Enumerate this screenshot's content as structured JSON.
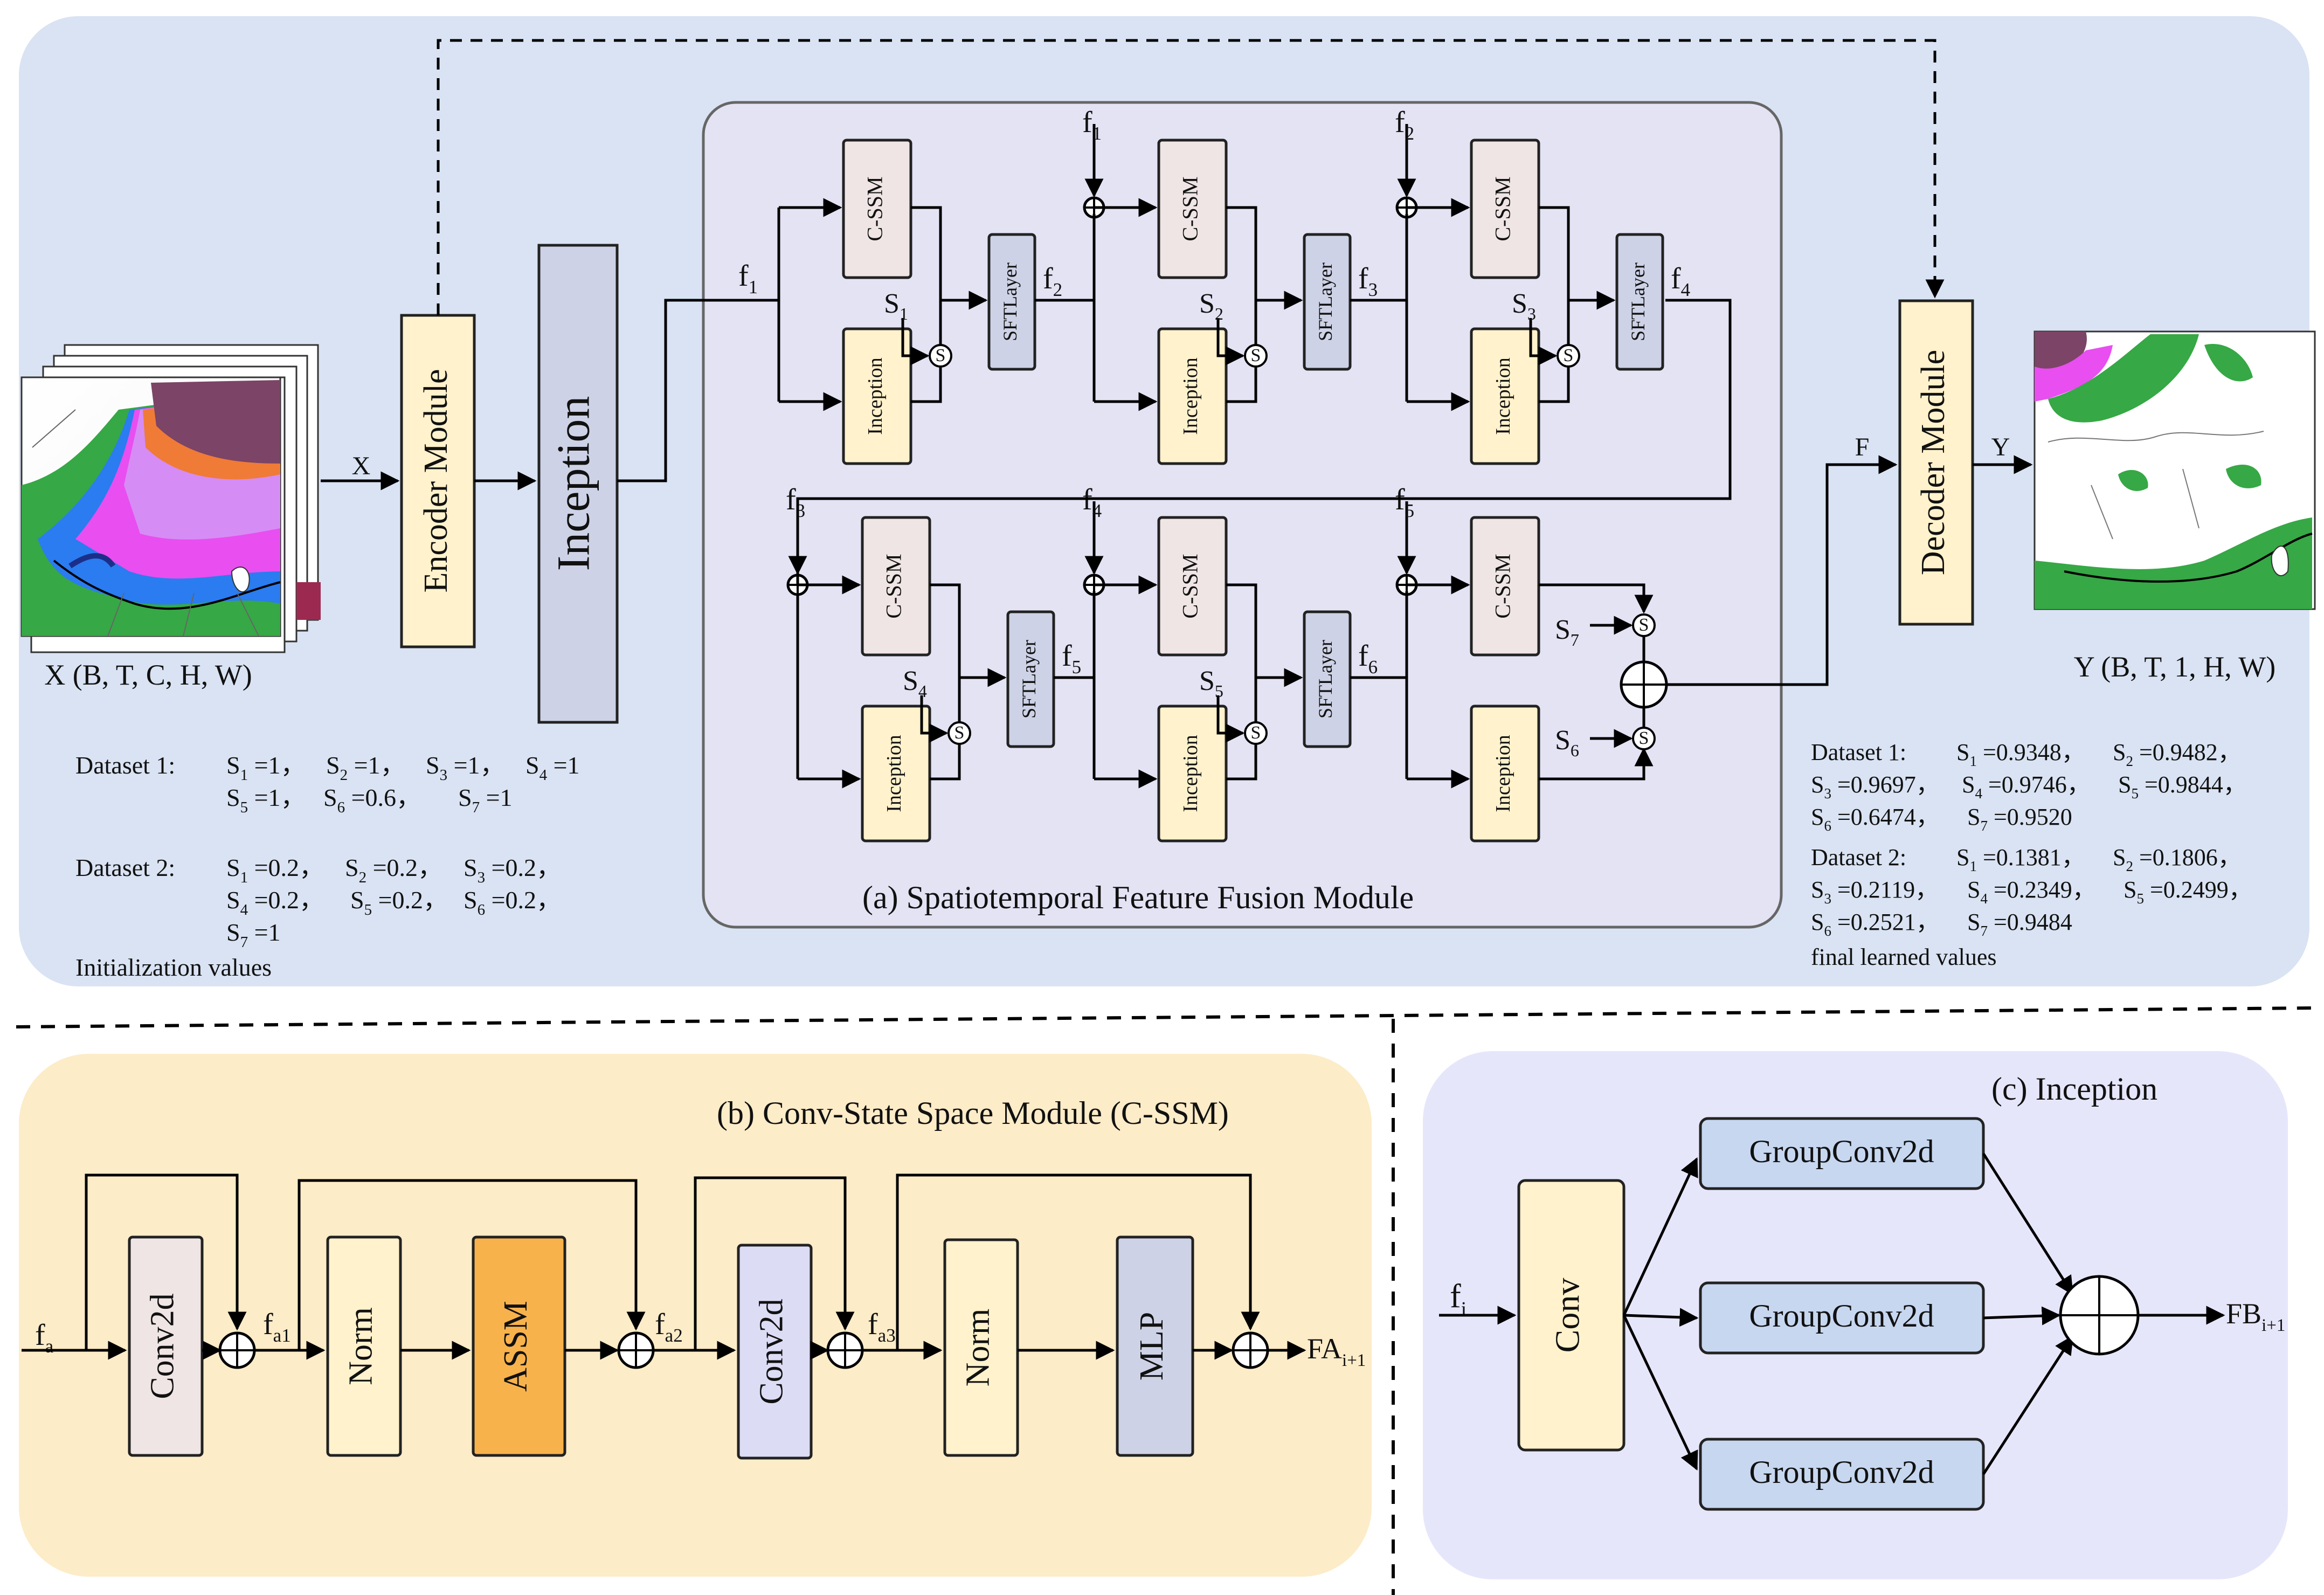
{
  "colors": {
    "top_panel": "#d9e3f3",
    "sffm_panel": "#e3e3f4",
    "csm_panel": "#fcecc8",
    "inception_panel": "#e6e6fb",
    "block_cream": "#fff2cc",
    "block_pink": "#efe5e4",
    "block_slate": "#cdd2e6",
    "block_blue": "#c7d7f0",
    "block_lavender": "#dcdcf5",
    "block_orange": "#f8b24c"
  },
  "top": {
    "input_label": "X (B, T, C, H, W)",
    "x_arrow_label": "X",
    "encoder": "Encoder Module",
    "inception": "Inception",
    "decoder": "Decoder Module",
    "f_arrow_label": "F",
    "y_arrow_label": "Y",
    "output_label": "Y (B, T, 1, H, W)",
    "sffm_caption": "(a)    Spatiotemporal Feature Fusion Module",
    "cssm": "C-SSM",
    "inception_small": "Inception",
    "sft": "SFTLayer",
    "s_symbol": "S",
    "f_sym": "f",
    "s_sym": "S",
    "subs": {
      "1": "1",
      "2": "2",
      "3": "3",
      "4": "4",
      "5": "5",
      "6": "6",
      "7": "7"
    }
  },
  "init": {
    "d1_label": "Dataset 1:",
    "d1_line1": [
      "S|1| =1，",
      "S|2| =1，",
      "S|3| =1，",
      "S|4| =1"
    ],
    "d1_line2": [
      "S|5| =1，",
      "S|6| =0.6，",
      "S|7| =1"
    ],
    "d2_label": "Dataset 2:",
    "d2_line1": [
      "S|1| =0.2，",
      "S|2| =0.2，",
      "S|3| =0.2，"
    ],
    "d2_line2": [
      "S|4| =0.2，",
      "S|5| =0.2，",
      "S|6| =0.2，"
    ],
    "d2_line3": [
      "S|7| =1"
    ],
    "caption": "Initialization  values"
  },
  "final": {
    "d1_label": "Dataset 1:",
    "d1_line1": [
      "S|1| =0.9348，",
      "S|2| =0.9482，"
    ],
    "d1_line2": [
      "S|3| =0.9697，",
      "S|4| =0.9746，",
      "S|5| =0.9844，"
    ],
    "d1_line3": [
      "S|6| =0.6474，",
      "S|7| =0.9520"
    ],
    "d2_label": "Dataset 2:",
    "d2_line1": [
      "S|1| =0.1381，",
      "S|2| =0.1806，"
    ],
    "d2_line2": [
      "S|3| =0.2119，",
      "S|4| =0.2349，",
      "S|5| =0.2499，"
    ],
    "d2_line3": [
      "S|6| =0.2521，",
      "S|7| =0.9484"
    ],
    "caption": "final learned values"
  },
  "csm": {
    "title": "(b)    Conv-State Space Module (C-SSM)",
    "in_label": "f|a",
    "conv2d": "Conv2d",
    "norm": "Norm",
    "assm": "ASSM",
    "mlp": "MLP",
    "fa1": "f|a1",
    "fa2": "f|a2",
    "fa3": "f|a3",
    "out_label": "FA|i+1"
  },
  "inc": {
    "title": "(c)    Inception",
    "in_label": "f|i",
    "conv": "Conv",
    "group": "GroupConv2d",
    "out_label": "FB|i+1"
  }
}
